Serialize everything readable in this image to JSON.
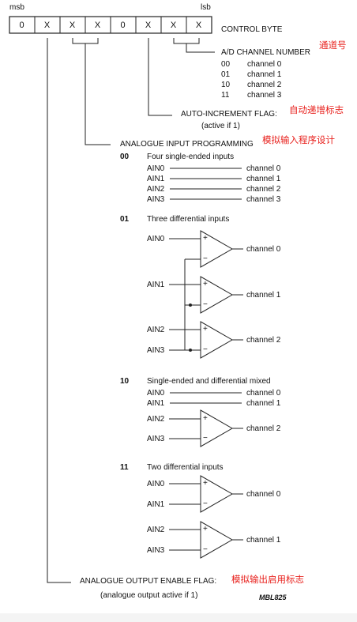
{
  "header": {
    "msb": "msb",
    "lsb": "lsb",
    "control_byte": "CONTROL BYTE"
  },
  "bits": [
    "0",
    "X",
    "X",
    "X",
    "0",
    "X",
    "X",
    "X"
  ],
  "ad_channel": {
    "label": "A/D CHANNEL NUMBER",
    "label_cn": "通道号",
    "rows": [
      {
        "code": "00",
        "channel": "channel 0"
      },
      {
        "code": "01",
        "channel": "channel 1"
      },
      {
        "code": "10",
        "channel": "channel 2"
      },
      {
        "code": "11",
        "channel": "channel 3"
      }
    ]
  },
  "auto_increment": {
    "label": "AUTO-INCREMENT FLAG:",
    "label_cn": "自动递增标志",
    "note": "(active if 1)"
  },
  "analogue_input": {
    "label": "ANALOGUE INPUT PROGRAMMING",
    "label_cn": "模拟输入程序设计",
    "modes": [
      {
        "code": "00",
        "title": "Four single-ended inputs",
        "inputs": [
          "AIN0",
          "AIN1",
          "AIN2",
          "AIN3"
        ],
        "channels": [
          "channel 0",
          "channel 1",
          "channel 2",
          "channel 3"
        ]
      },
      {
        "code": "01",
        "title": "Three differential inputs",
        "inputs": [
          "AIN0",
          "AIN1",
          "AIN2",
          "AIN3"
        ],
        "channels": [
          "channel 0",
          "channel 1",
          "channel 2"
        ]
      },
      {
        "code": "10",
        "title": "Single-ended and differential mixed",
        "inputs": [
          "AIN0",
          "AIN1",
          "AIN2",
          "AIN3"
        ],
        "channels": [
          "channel 0",
          "channel 1",
          "channel 2"
        ]
      },
      {
        "code": "11",
        "title": "Two differential inputs",
        "inputs": [
          "AIN0",
          "AIN1",
          "AIN2",
          "AIN3"
        ],
        "channels": [
          "channel 0",
          "channel 1"
        ]
      }
    ]
  },
  "analogue_output": {
    "label": "ANALOGUE OUTPUT ENABLE FLAG:",
    "label_cn": "模拟输出启用标志",
    "note": "(analogue output active if 1)"
  },
  "figure_id": "MBL825",
  "opamp_signs": {
    "plus": "+",
    "minus": "−"
  }
}
